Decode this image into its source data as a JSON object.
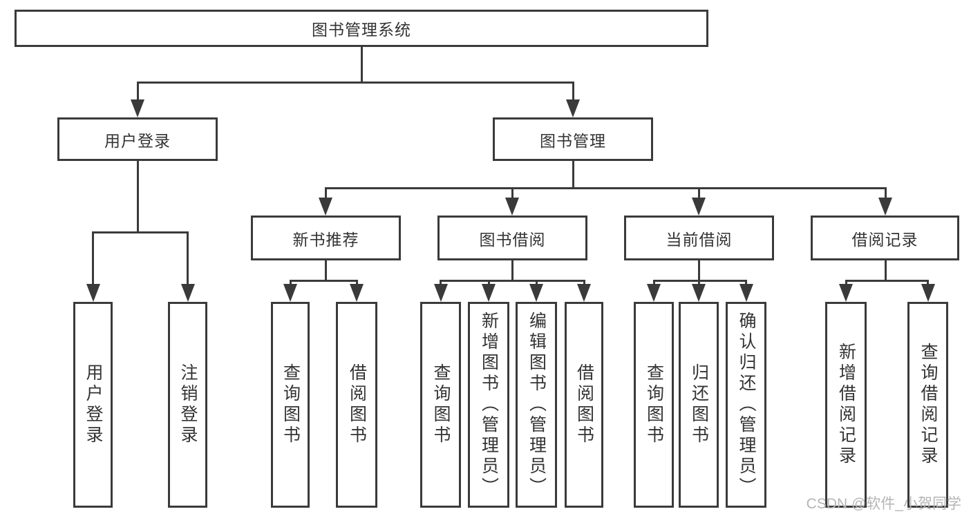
{
  "diagram": {
    "root": {
      "label": "图书管理系统"
    },
    "branches": [
      {
        "label": "用户登录",
        "children": [
          {
            "label": "用户登录"
          },
          {
            "label": "注销登录"
          }
        ]
      },
      {
        "label": "图书管理",
        "children": [
          {
            "label": "新书推荐",
            "children": [
              {
                "label": "查询图书"
              },
              {
                "label": "借阅图书"
              }
            ]
          },
          {
            "label": "图书借阅",
            "children": [
              {
                "label": "查询图书"
              },
              {
                "label": "新增图书（管理员）"
              },
              {
                "label": "编辑图书（管理员）"
              },
              {
                "label": "借阅图书"
              }
            ]
          },
          {
            "label": "当前借阅",
            "children": [
              {
                "label": "查询图书"
              },
              {
                "label": "归还图书"
              },
              {
                "label": "确认归还（管理员）"
              }
            ]
          },
          {
            "label": "借阅记录",
            "children": [
              {
                "label": "新增借阅记录"
              },
              {
                "label": "查询借阅记录"
              }
            ]
          }
        ]
      }
    ]
  },
  "watermark": {
    "text": "CSDN @软件_小贺同学"
  },
  "colors": {
    "line": "#3a3a3a",
    "text": "#333333",
    "watermark": "#b5b5b5",
    "background": "#ffffff"
  }
}
